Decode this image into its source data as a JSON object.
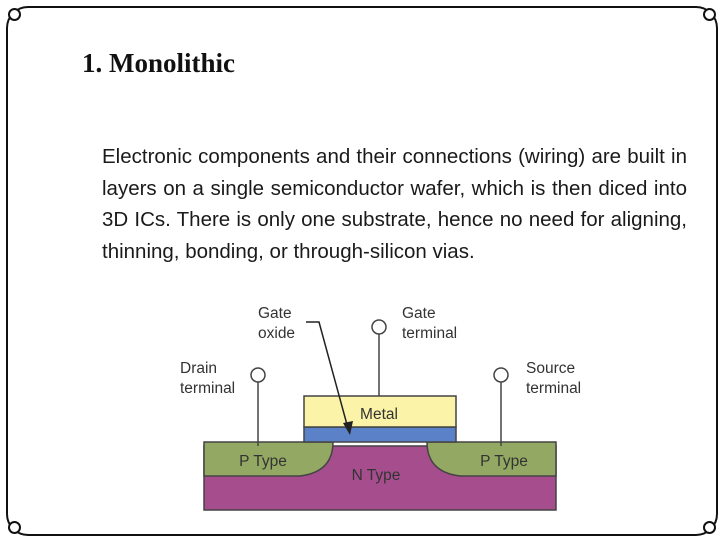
{
  "slide": {
    "title": "1. Monolithic",
    "body": "Electronic components and their connections (wiring) are built in layers on a single semiconductor wafer, which is then diced into 3D ICs. There is only one substrate, hence no need for aligning, thinning, bonding, or through-silicon vias."
  },
  "diagram": {
    "gate_oxide_label": [
      "Gate",
      "oxide"
    ],
    "gate_terminal_label": [
      "Gate",
      "terminal"
    ],
    "drain_terminal_label": [
      "Drain",
      "terminal"
    ],
    "source_terminal_label": [
      "Source",
      "terminal"
    ],
    "metal_label": "Metal",
    "p_type_left_label": "P Type",
    "p_type_right_label": "P Type",
    "n_type_label": "N Type",
    "colors": {
      "metal": "#fbf3a7",
      "oxide": "#5b82c8",
      "p_type": "#93a863",
      "n_type": "#a54d8d"
    }
  }
}
